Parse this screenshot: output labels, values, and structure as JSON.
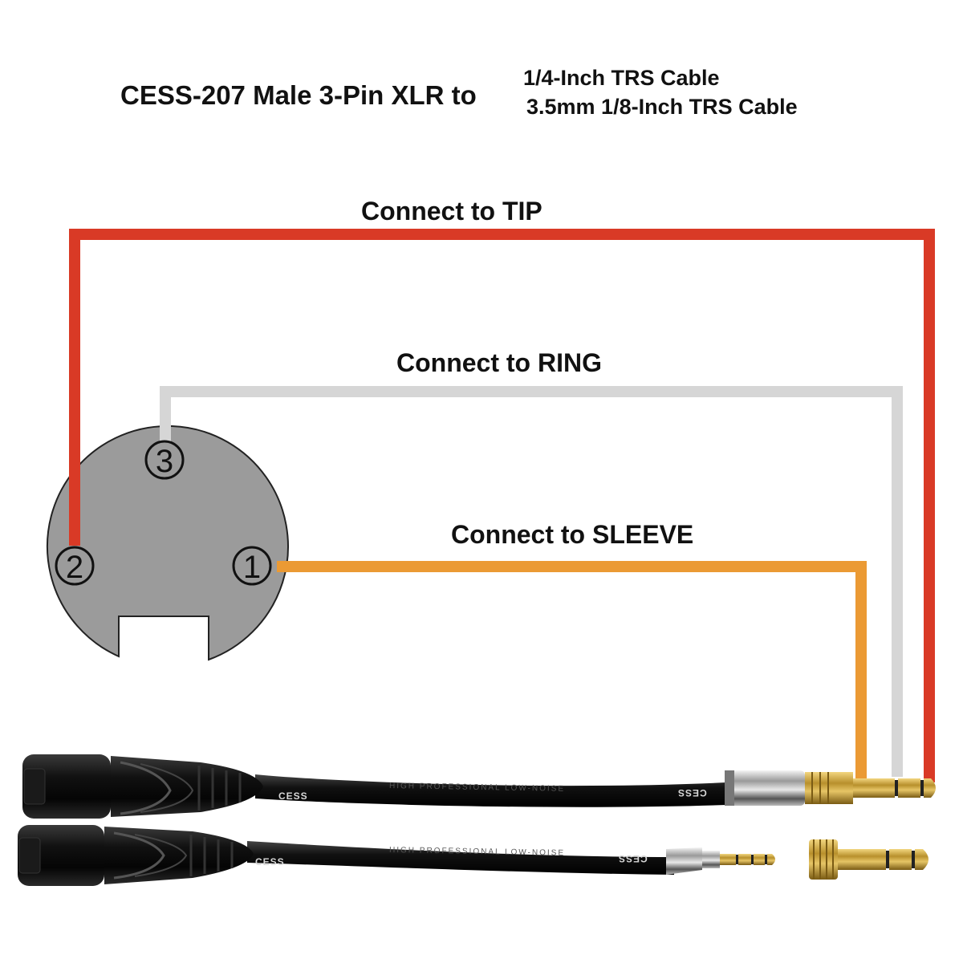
{
  "title": {
    "main": "CESS-207 Male 3-Pin XLR to",
    "line1": "1/4-Inch TRS Cable",
    "line2": "3.5mm 1/8-Inch TRS Cable"
  },
  "connections": {
    "tip": "Connect to TIP",
    "ring": "Connect to RING",
    "sleeve": "Connect to SLEEVE"
  },
  "pins": {
    "pin1": "1",
    "pin2": "2",
    "pin3": "3"
  },
  "cables": {
    "brand": "CESS",
    "print": "HIGH PROFESSIONAL LOW-NOISE"
  },
  "colors": {
    "tip_wire": "#d93a26",
    "ring_wire": "#d4d4d4",
    "sleeve_wire": "#eb9a34",
    "xlr_face": "#9a9a9a",
    "cable_jacket": "#111111",
    "gold_plug": "#c9a53a"
  },
  "icons": {
    "connector_face": "xlr-face-icon",
    "xlr_plug": "xlr-plug-icon",
    "trs_plug": "trs-plug-icon",
    "adapter": "adapter-icon"
  }
}
